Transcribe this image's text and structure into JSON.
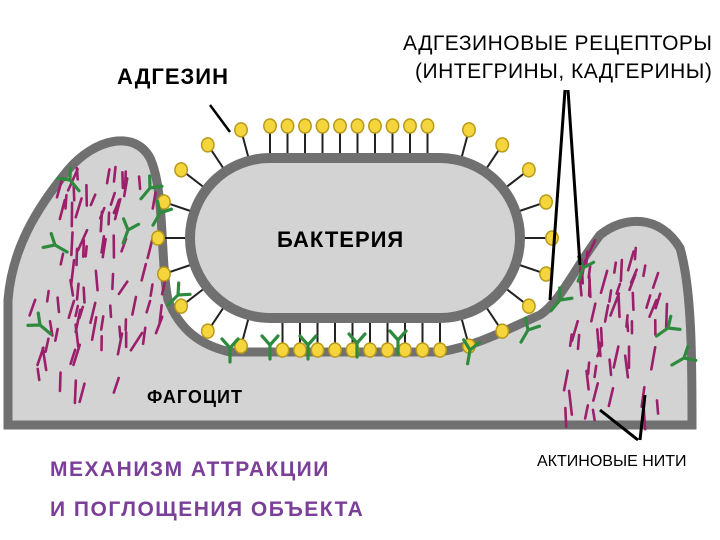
{
  "labels": {
    "adhesin": "АДГЕЗИН",
    "receptors_line1": "АДГЕЗИНОВЫЕ РЕЦЕПТОРЫ",
    "receptors_line2": "(ИНТЕГРИНЫ, КАДГЕРИНЫ)",
    "bacterium": "БАКТЕРИЯ",
    "phagocyte": "ФАГОЦИТ",
    "actin": "АКТИНОВЫЕ НИТИ"
  },
  "caption": {
    "line1": "МЕХАНИЗМ АТТРАКЦИИ",
    "line2": "И ПОГЛОЩЕНИЯ ОБЪЕКТА"
  },
  "colors": {
    "phagocyte_fill": "#d3d3d3",
    "phagocyte_outline": "#707070",
    "bacterium_fill": "#d3d3d3",
    "adhesin_fill": "#f5d53c",
    "adhesin_outline": "#b89a1a",
    "receptor": "#2e8b3e",
    "actin": "#9c1f6b",
    "caption": "#7b3f9a"
  }
}
